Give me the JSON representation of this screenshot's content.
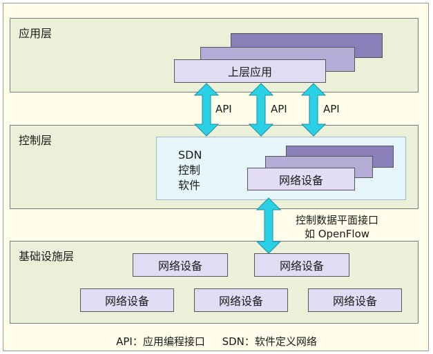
{
  "layers": {
    "app": {
      "title": "应用层",
      "upper_app": "上层应用"
    },
    "control": {
      "title": "控制层",
      "sdn_lines": [
        "SDN",
        "控制",
        "软件"
      ],
      "device": "网络设备"
    },
    "infra": {
      "title": "基础设施层",
      "devices": [
        "网络设备",
        "网络设备",
        "网络设备",
        "网络设备",
        "网络设备"
      ]
    }
  },
  "api_labels": [
    "API",
    "API",
    "API"
  ],
  "interface": {
    "line1": "控制数据平面接口",
    "line2": "如 OpenFlow"
  },
  "legend": {
    "api": "API：应用编程接口",
    "sdn": "SDN：软件定义网络"
  },
  "colors": {
    "layer_bg": "#eaf1d8",
    "panel_bg": "#e6f6fb",
    "arrow": "#2ad0e6",
    "box_dark": "#8a7fb8",
    "box_mid": "#b4abd6",
    "box_light": "#e2ddf4"
  }
}
